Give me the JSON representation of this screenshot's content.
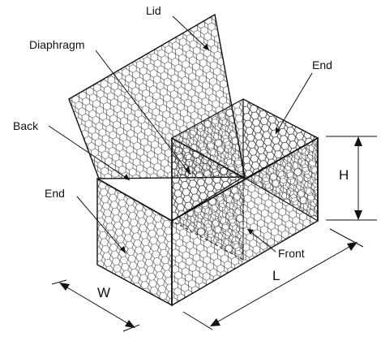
{
  "labels": {
    "lid": "Lid",
    "diaphragm": "Diaphragm",
    "end_top": "End",
    "back": "Back",
    "end_left": "End",
    "front": "Front"
  },
  "dimensions": {
    "height": "H",
    "length": "L",
    "width": "W"
  },
  "colors": {
    "line": "#111111",
    "mesh": "#333333",
    "background": "#ffffff"
  }
}
